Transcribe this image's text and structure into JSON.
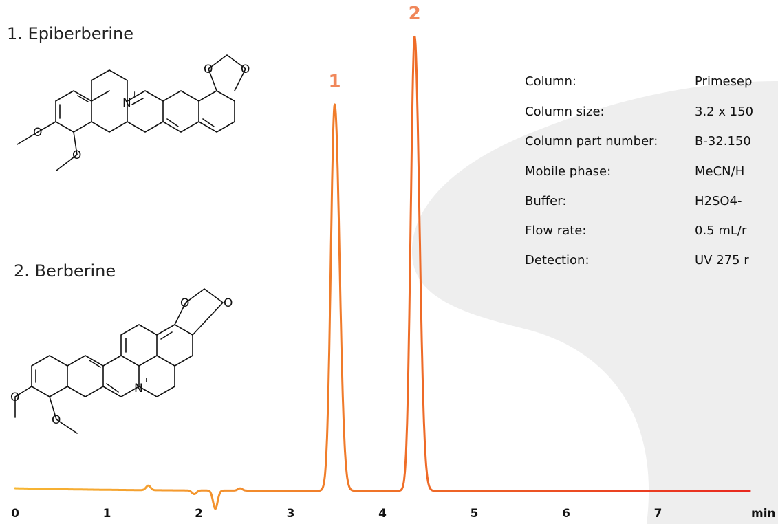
{
  "compounds": [
    {
      "label": "1. Epiberberine"
    },
    {
      "label": "2. Berberine"
    }
  ],
  "parameters": [
    {
      "label": "Column:",
      "value": "Primesep"
    },
    {
      "label": "Column size:",
      "value": "3.2 x 150"
    },
    {
      "label": "Column part number:",
      "value": "B-32.150"
    },
    {
      "label": "Mobile phase:",
      "value": "MeCN/H"
    },
    {
      "label": "Buffer:",
      "value": "H2SO4-"
    },
    {
      "label": "Flow rate:",
      "value": "0.5 mL/r"
    },
    {
      "label": "Detection:",
      "value": "UV 275 r"
    }
  ],
  "atoms": {
    "O": "O",
    "N": "N",
    "plus": "+"
  },
  "colors": {
    "trace_start": "#f7b733",
    "trace_mid": "#f07a2a",
    "trace_end": "#e8281e",
    "peak_label": "#f0875a",
    "background_shape": "#eeeeee"
  },
  "chart_data": {
    "type": "line",
    "title": "",
    "xlabel": "min",
    "ylabel": "",
    "xlim": [
      0,
      8
    ],
    "ylim": [
      0,
      1.0
    ],
    "xticks": [
      {
        "value": 0,
        "label": "0"
      },
      {
        "value": 1,
        "label": "1"
      },
      {
        "value": 2,
        "label": "2"
      },
      {
        "value": 3,
        "label": "3"
      },
      {
        "value": 4,
        "label": "4"
      },
      {
        "value": 5,
        "label": "5"
      },
      {
        "value": 6,
        "label": "6"
      },
      {
        "value": 7,
        "label": "7"
      }
    ],
    "xunit_label": "min",
    "grid": false,
    "peaks": [
      {
        "label": "1",
        "compound": "Epiberberine",
        "retention_time": 3.48,
        "height": 0.85
      },
      {
        "label": "2",
        "compound": "Berberine",
        "retention_time": 4.35,
        "height": 1.0
      }
    ],
    "baseline_disturbances": [
      {
        "time": 1.45,
        "amplitude": 0.01
      },
      {
        "time": 1.95,
        "amplitude": -0.008
      },
      {
        "time": 2.18,
        "amplitude": -0.04
      },
      {
        "time": 2.45,
        "amplitude": 0.005
      }
    ]
  }
}
